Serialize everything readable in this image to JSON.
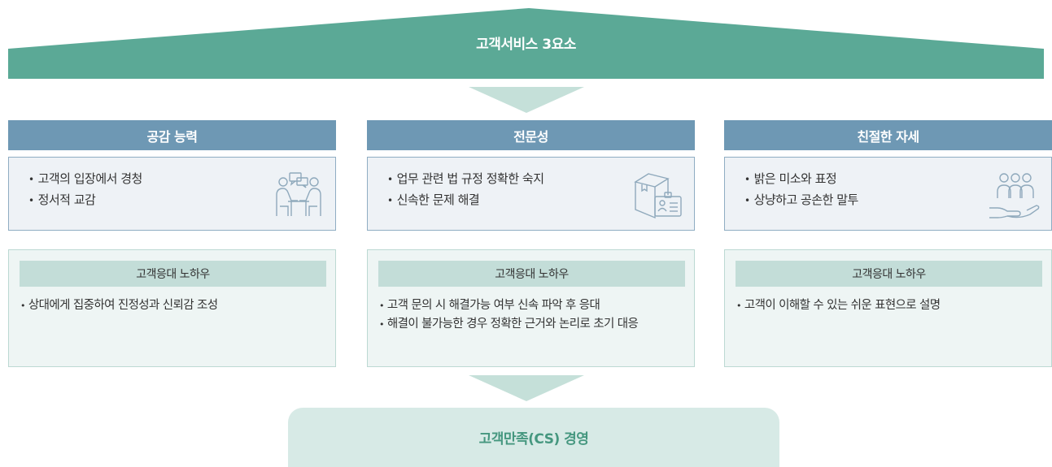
{
  "header": {
    "title": "고객서비스 3요소"
  },
  "columns": [
    {
      "title": "공감 능력",
      "bullets": [
        "고객의 입장에서 경청",
        "정서적 교감"
      ],
      "icon": "conversation-icon",
      "knowhow_title": "고객응대 노하우",
      "knowhow_items": [
        "상대에게 집중하여 진정성과 신뢰감 조성"
      ]
    },
    {
      "title": "전문성",
      "bullets": [
        "업무 관련 법 규정 정확한 숙지",
        "신속한 문제 해결"
      ],
      "icon": "id-card-box-icon",
      "knowhow_title": "고객응대 노하우",
      "knowhow_items": [
        "고객 문의 시 해결가능 여부 신속 파악 후 응대",
        "해결이 불가능한 경우 정확한 근거와 논리로 초기 대응"
      ]
    },
    {
      "title": "친절한 자세",
      "bullets": [
        "밝은 미소와 표정",
        "상냥하고 공손한 말투"
      ],
      "icon": "hand-people-icon",
      "knowhow_title": "고객응대 노하우",
      "knowhow_items": [
        "고객이 이해할 수 있는 쉬운 표현으로 설명"
      ]
    }
  ],
  "footer": {
    "title": "고객만족(CS) 경영"
  },
  "colors": {
    "roof": "#5ba996",
    "column_header": "#6e98b4",
    "column_box_bg": "#eef2f6",
    "knowhow_title_bg": "#c3ddd8",
    "knowhow_bg": "#eef5f4",
    "arrow": "#c5e0d9",
    "footer_bg": "#d7eae6",
    "footer_text": "#45977f"
  }
}
